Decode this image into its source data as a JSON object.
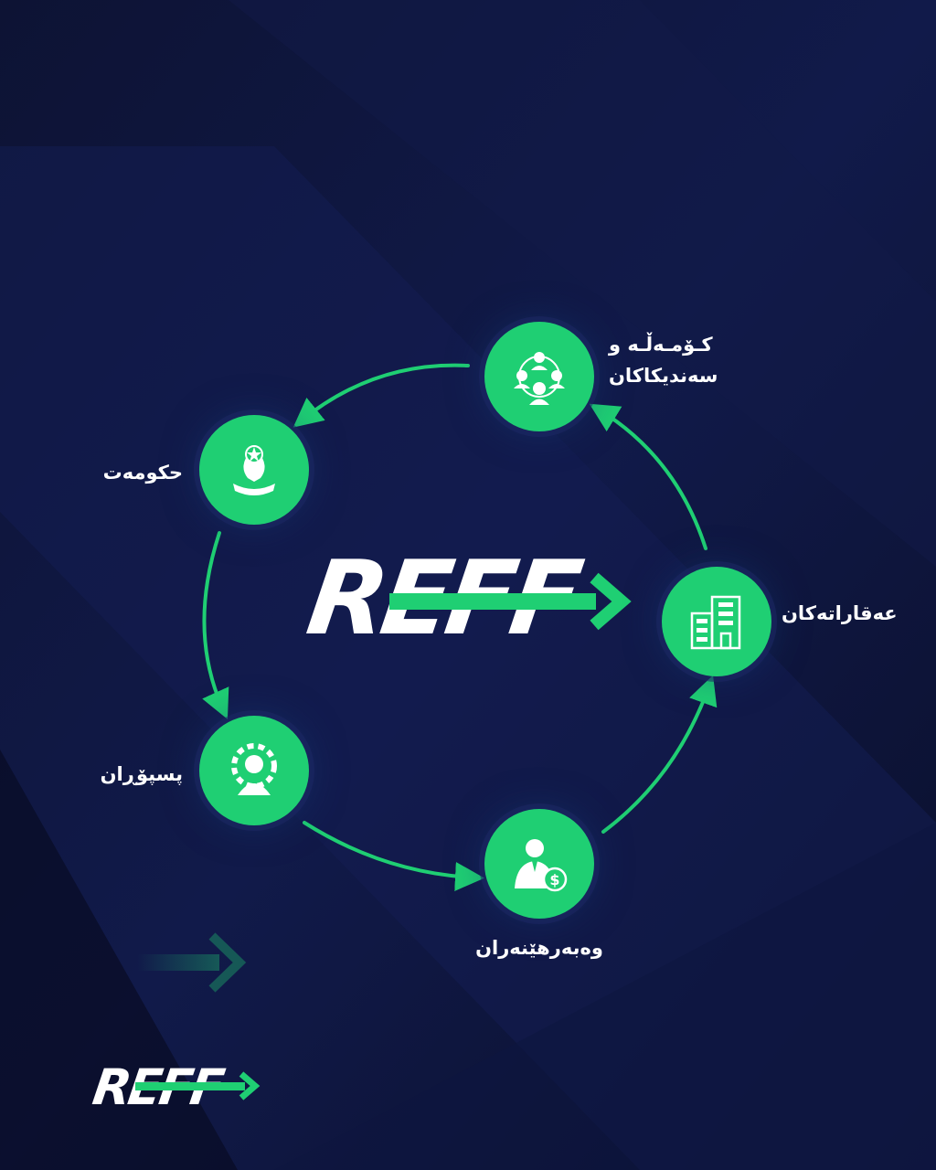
{
  "brand": {
    "name": "REFF"
  },
  "colors": {
    "accent": "#1fcf73",
    "background": "#0a0f2a"
  },
  "nodes": [
    {
      "id": "unions",
      "icon": "people-network-icon",
      "label_line1": "کـۆمـەڵـە و",
      "label_line2": "سەندیکاکان"
    },
    {
      "id": "government",
      "icon": "kurdistan-emblem-icon",
      "label": "حکومەت"
    },
    {
      "id": "real-estate",
      "icon": "building-icon",
      "label": "عەقاراتەکان"
    },
    {
      "id": "experts",
      "icon": "person-gear-icon",
      "label": "پسپۆڕان"
    },
    {
      "id": "investors",
      "icon": "investor-dollar-icon",
      "label": "وەبەرهێنەران"
    }
  ]
}
